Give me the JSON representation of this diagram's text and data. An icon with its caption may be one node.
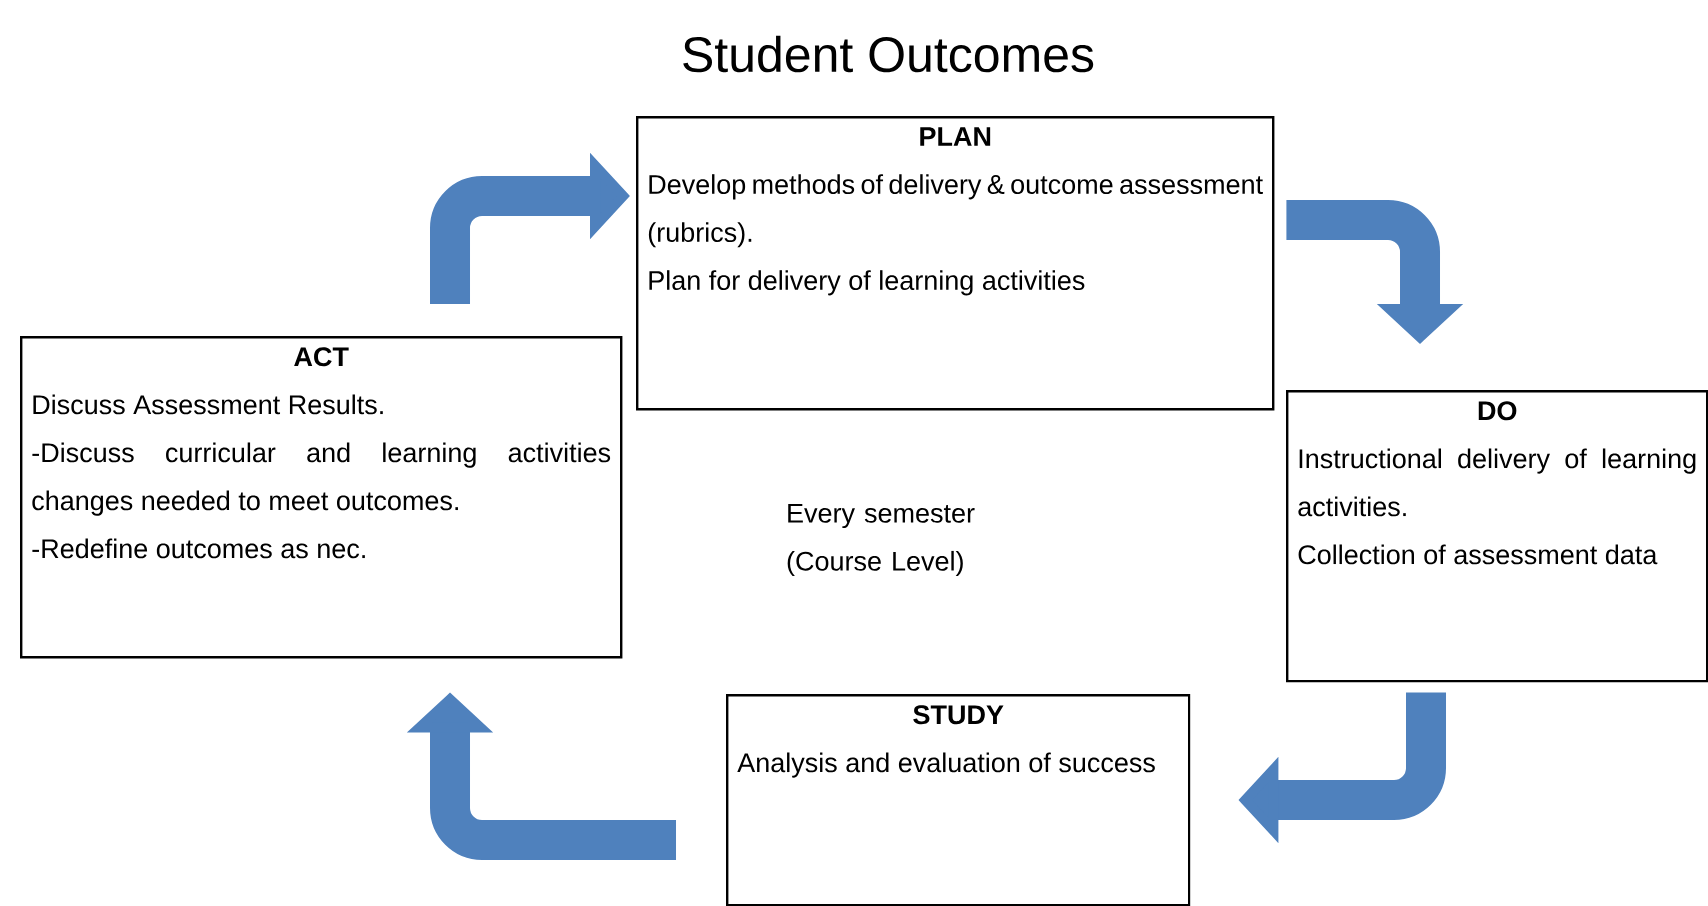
{
  "diagram": {
    "title": "Student Outcomes",
    "nodes": [
      {
        "text": [
          "PLAN",
          "Develop methods of delivery & outcome assessment (rubrics).",
          "Plan for delivery of learning activities"
        ]
      },
      {
        "text": [
          "DO",
          "Instructional delivery of learning activities.",
          "Collection of assessment data"
        ]
      },
      {
        "text": [
          "STUDY",
          "Analysis and evaluation of success"
        ]
      },
      {
        "text": [
          "ACT",
          "Discuss Assessment Results.",
          "-Discuss curricular and learning activities changes needed to meet outcomes.",
          "-Redefine outcomes as nec."
        ]
      }
    ],
    "edges": [
      {
        "from": 3,
        "to": 0,
        "arrow": "to"
      },
      {
        "from": 0,
        "to": 1,
        "arrow": "to"
      },
      {
        "from": 1,
        "to": 2,
        "arrow": "to"
      },
      {
        "from": 2,
        "to": 3,
        "arrow": "to"
      }
    ],
    "labels": [
      "Every semester (Course Level)"
    ]
  }
}
